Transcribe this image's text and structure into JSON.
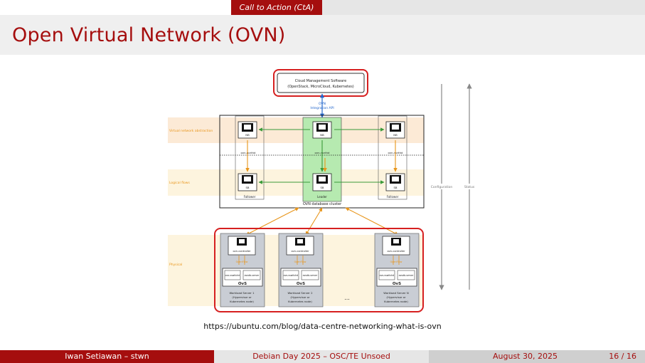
{
  "header": {
    "section": "Call to Action (CtA)",
    "title": "Open Virtual Network (OVN)"
  },
  "diagram": {
    "cms": [
      "Cloud Management Software",
      "(OpenStack, MicroCloud, Kubernetes)"
    ],
    "api": [
      "OVN",
      "Integration API"
    ],
    "row_labels": {
      "virtual": "Virtual network abstraction",
      "logical": "Logical flows",
      "physical": "Physical"
    },
    "nb": "NB",
    "sb": "SB",
    "follower": "Follower",
    "leader": "Leader",
    "northd": "ovn-northd",
    "cluster": "OVN database cluster",
    "controller": "ovn-controller",
    "openflow": "OpenFlow",
    "ovs_db": "ovsdb-server",
    "ovs_switchd": "ovs-vswitchd",
    "ovs": "OvS",
    "hosts": [
      [
        "Workload Server 1",
        "(Hypervisor or",
        "Kubernetes node)"
      ],
      [
        "Workload Server 2",
        "(Hypervisor or",
        "Kubernetes node)"
      ],
      [
        "Workload Server N",
        "(Hypervisor or",
        "Kubernetes node)"
      ]
    ],
    "ellipsis": "...",
    "config_label": "Configuration",
    "status_label": "Status"
  },
  "source_url": "https://ubuntu.com/blog/data-centre-networking-what-is-ovn",
  "footer": {
    "author": "Iwan Setiawan – stwn",
    "event": "Debian Day 2025 – OSC/TE Unsoed",
    "date": "August 30, 2025",
    "page": "16 / 16"
  },
  "colors": {
    "accent": "#a50e0e",
    "arrow_green": "#3a9a3a",
    "arrow_orange": "#e8951a",
    "api_blue": "#2266cc"
  }
}
